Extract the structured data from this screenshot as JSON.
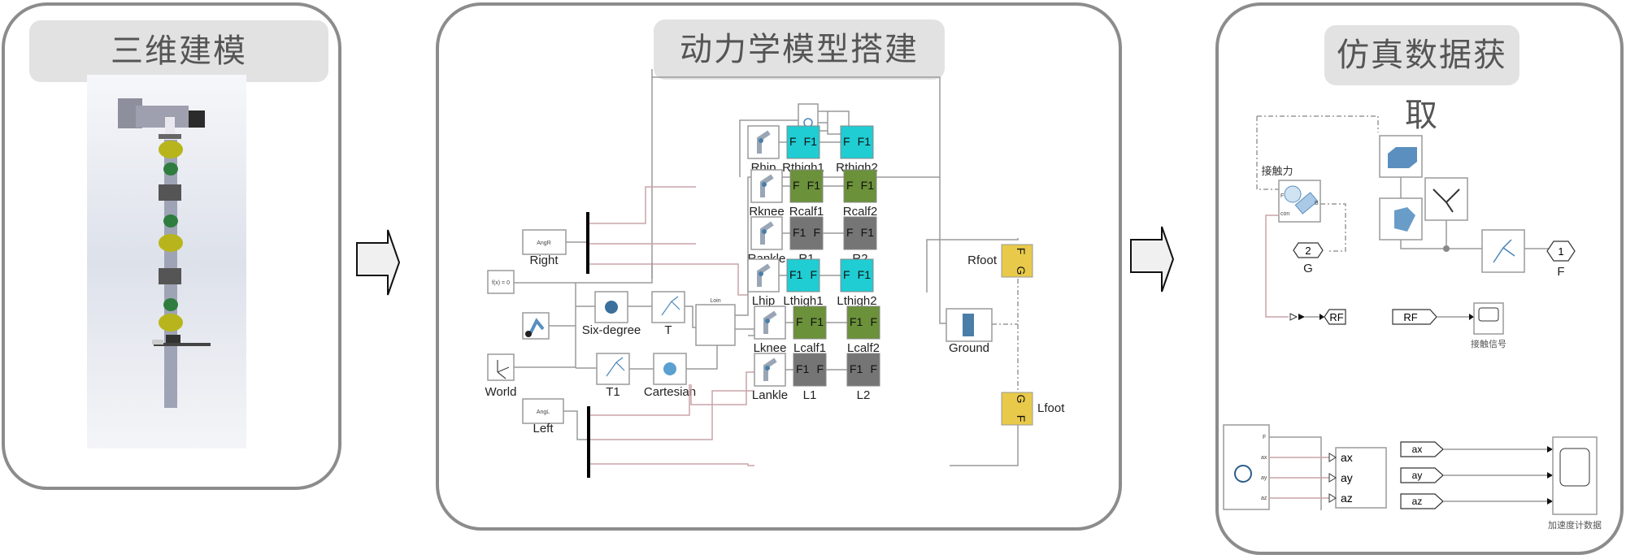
{
  "panels": {
    "modeling": {
      "title": "三维建模"
    },
    "dynamics": {
      "title": "动力学模型搭建"
    },
    "simulation": {
      "title": "仿真数据获取"
    }
  },
  "flow_arrows": [
    "right-arrow",
    "right-arrow"
  ],
  "dynamics": {
    "inputs": {
      "right_block": "AngR",
      "right_label": "Right",
      "left_block": "AngL",
      "left_label": "Left",
      "constraint_block": "f(x) = 0"
    },
    "world_label": "World",
    "six_degree_label": "Six-degree",
    "t_label": "T",
    "t1_label": "T1",
    "cartesian_label": "Cartesian",
    "loin_label": "Loin",
    "ground_label": "Ground",
    "joints": [
      {
        "name": "Rhip",
        "bodies": [
          {
            "name": "Rthigh1",
            "ports": [
              "F",
              "F1"
            ],
            "color": "#1fcdd3"
          },
          {
            "name": "Rthigh2",
            "ports": [
              "F",
              "F1"
            ],
            "color": "#1fcdd3"
          }
        ]
      },
      {
        "name": "Rknee",
        "bodies": [
          {
            "name": "Rcalf1",
            "ports": [
              "F",
              "F1"
            ],
            "color": "#6b913a"
          },
          {
            "name": "Rcalf2",
            "ports": [
              "F",
              "F1"
            ],
            "color": "#6b913a"
          }
        ]
      },
      {
        "name": "Rankle",
        "bodies": [
          {
            "name": "R1",
            "ports": [
              "F1",
              "F"
            ],
            "color": "#757575"
          },
          {
            "name": "R2",
            "ports": [
              "F",
              "F1"
            ],
            "color": "#757575"
          }
        ]
      },
      {
        "name": "Lhip",
        "bodies": [
          {
            "name": "Lthigh1",
            "ports": [
              "F1",
              "F"
            ],
            "color": "#1fcdd3"
          },
          {
            "name": "Lthigh2",
            "ports": [
              "F",
              "F1"
            ],
            "color": "#1fcdd3"
          }
        ]
      },
      {
        "name": "Lknee",
        "bodies": [
          {
            "name": "Lcalf1",
            "ports": [
              "F",
              "F1"
            ],
            "color": "#6b913a"
          },
          {
            "name": "Lcalf2",
            "ports": [
              "F1",
              "F"
            ],
            "color": "#6b913a"
          }
        ]
      },
      {
        "name": "Lankle",
        "bodies": [
          {
            "name": "L1",
            "ports": [
              "F1",
              "F"
            ],
            "color": "#757575"
          },
          {
            "name": "L2",
            "ports": [
              "F1",
              "F"
            ],
            "color": "#757575"
          }
        ]
      }
    ],
    "feet": [
      {
        "name": "Rfoot",
        "ports": [
          "F",
          "G"
        ],
        "color": "#e8c94a"
      },
      {
        "name": "Lfoot",
        "ports": [
          "G",
          "F"
        ],
        "color": "#e8c94a"
      }
    ]
  },
  "simulation": {
    "contact_label": "接触力",
    "contact_ports": [
      "F",
      "B",
      "con"
    ],
    "g_port": {
      "number": "2",
      "label": "G"
    },
    "f_port": {
      "number": "1",
      "label": "F"
    },
    "goto_tag": "RF",
    "from_tag": "RF",
    "contact_scope_label": "接触信号",
    "accel_ports": [
      "F",
      "ax",
      "ay",
      "az"
    ],
    "bus_signals": [
      "ax",
      "ay",
      "az"
    ],
    "from_tags": [
      "ax",
      "ay",
      "az"
    ],
    "accel_scope_label": "加速度计数据"
  }
}
